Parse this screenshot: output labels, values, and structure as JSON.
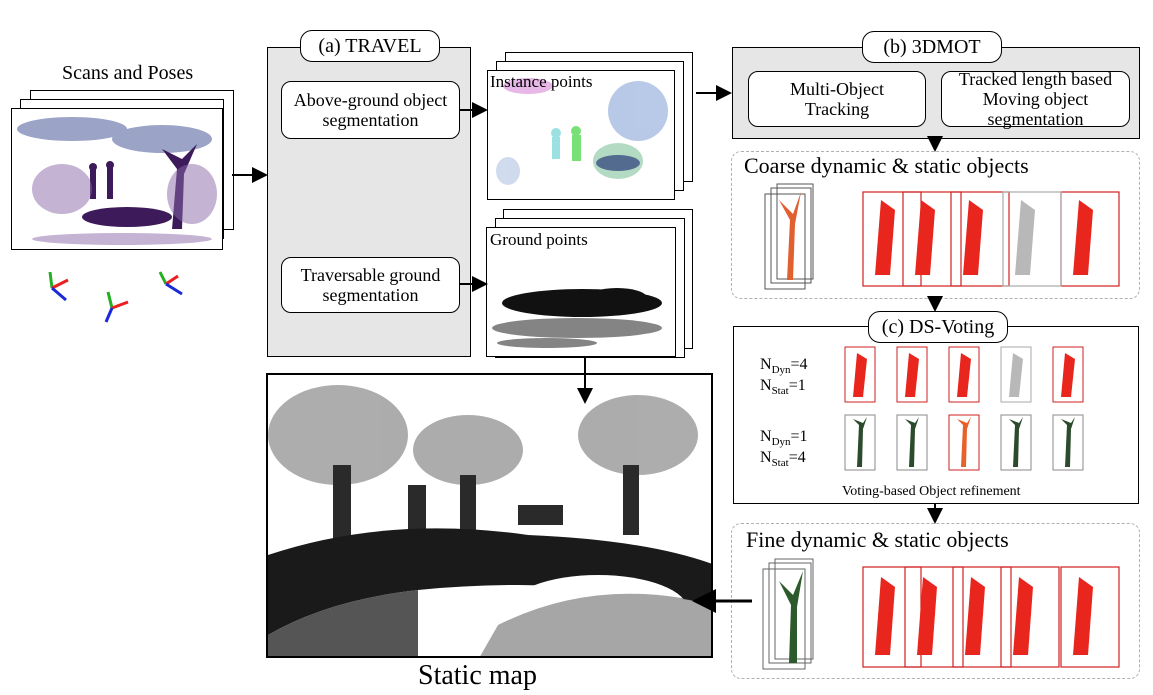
{
  "scans": {
    "title": "Scans and Poses"
  },
  "travel": {
    "title": "(a) TRAVEL",
    "above_ground": "Above-ground object segmentation",
    "ground_seg": "Traversable ground segmentation"
  },
  "instance": {
    "label": "Instance points"
  },
  "ground": {
    "label": "Ground points"
  },
  "tracking": {
    "title": "(b) 3DMOT",
    "mot": "Multi-Object Tracking",
    "moving": "Tracked length based Moving object segmentation"
  },
  "coarse": {
    "title": "Coarse dynamic & static objects"
  },
  "voting": {
    "title": "(c) DS-Voting",
    "row1": {
      "n_base": "N",
      "n_sub_dyn": "Dyn",
      "n_sub_stat": "Stat",
      "dyn_val": "=4",
      "stat_val": "=1"
    },
    "row2": {
      "dyn_val": "=1",
      "stat_val": "=4"
    },
    "caption": "Voting-based Object refinement"
  },
  "fine": {
    "title": "Fine dynamic & static objects"
  },
  "static_map": {
    "caption": "Static map"
  },
  "colors": {
    "dynamic": "#e8261e",
    "static": "#2c4a2c",
    "ghost": "#b8b8b8",
    "pose_x": "#e82020",
    "pose_y": "#22b022",
    "pose_z": "#1a2ad8"
  }
}
